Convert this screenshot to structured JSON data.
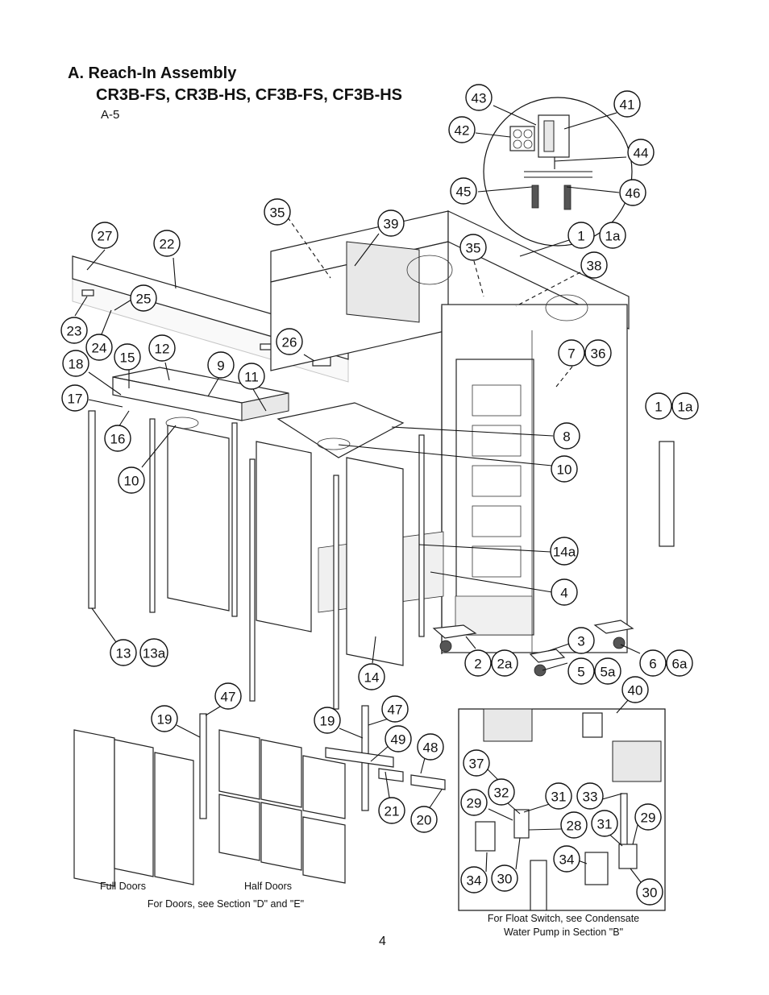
{
  "heading": {
    "title": "A. Reach-In Assembly",
    "models": "CR3B-FS, CR3B-HS, CF3B-FS, CF3B-HS",
    "figure_id": "A-5"
  },
  "captions": {
    "full_doors": "Full Doors",
    "half_doors": "Half Doors",
    "doors_note": "For Doors, see Section \"D\" and \"E\"",
    "float_note_line1": "For Float Switch, see Condensate",
    "float_note_line2": "Water Pump in Section \"B\""
  },
  "page_number": "4",
  "callouts": [
    "43",
    "41",
    "42",
    "44",
    "45",
    "46",
    "35",
    "39",
    "27",
    "22",
    "1",
    "1a",
    "35",
    "38",
    "25",
    "23",
    "24",
    "26",
    "12",
    "15",
    "18",
    "9",
    "11",
    "7",
    "36",
    "17",
    "16",
    "1",
    "1a",
    "8",
    "10",
    "10",
    "14a",
    "4",
    "13",
    "13a",
    "3",
    "2",
    "2a",
    "6",
    "6a",
    "5",
    "5a",
    "14",
    "47",
    "19",
    "40",
    "19",
    "47",
    "49",
    "48",
    "37",
    "32",
    "31",
    "33",
    "29",
    "21",
    "20",
    "28",
    "31",
    "29",
    "34",
    "30",
    "34",
    "30"
  ]
}
